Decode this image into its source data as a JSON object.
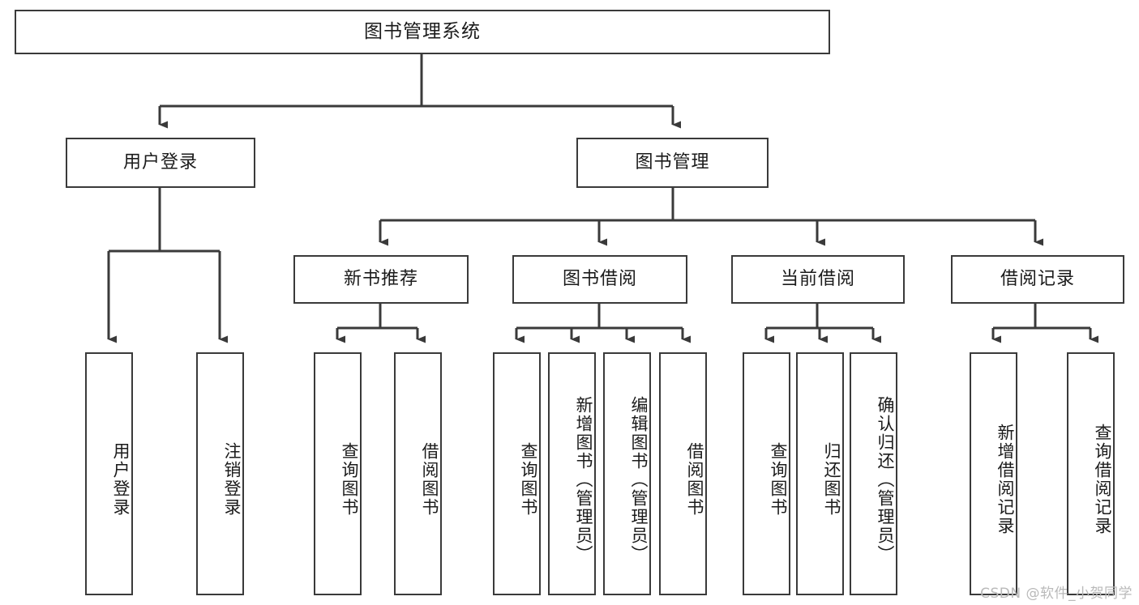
{
  "diagram": {
    "title": "图书管理系统",
    "watermark": "CSDN @软件_小贺同学",
    "colors": {
      "stroke": "#3a3a3a",
      "fill": "#ffffff",
      "text": "#1b1b1b",
      "watermark": "#b9b9b9"
    },
    "nodes": {
      "root": "图书管理系统",
      "level2": {
        "user_login": "用户登录",
        "book_manage": "图书管理"
      },
      "level3": {
        "new_book_recommend": "新书推荐",
        "book_borrow": "图书借阅",
        "current_borrow": "当前借阅",
        "borrow_record": "借阅记录"
      },
      "leaves": {
        "user_login_1": "用户登录",
        "user_login_2": "注销登录",
        "recommend_1": "查询图书",
        "recommend_2": "借阅图书",
        "borrow_1": "查询图书",
        "borrow_2": "新增图书（管理员）",
        "borrow_3": "编辑图书（管理员）",
        "borrow_4": "借阅图书",
        "current_1": "查询图书",
        "current_2": "归还图书",
        "current_3": "确认归还（管理员）",
        "record_1": "新增借阅记录",
        "record_2": "查询借阅记录"
      }
    }
  },
  "chart_data": {
    "type": "table",
    "title": "图书管理系统 功能结构图",
    "tree": [
      {
        "label": "图书管理系统",
        "level": 1,
        "children": [
          {
            "label": "用户登录",
            "level": 2,
            "children": [
              {
                "label": "用户登录",
                "level": 3,
                "children": []
              },
              {
                "label": "注销登录",
                "level": 3,
                "children": []
              }
            ]
          },
          {
            "label": "图书管理",
            "level": 2,
            "children": [
              {
                "label": "新书推荐",
                "level": 3,
                "children": [
                  {
                    "label": "查询图书",
                    "level": 4,
                    "children": []
                  },
                  {
                    "label": "借阅图书",
                    "level": 4,
                    "children": []
                  }
                ]
              },
              {
                "label": "图书借阅",
                "level": 3,
                "children": [
                  {
                    "label": "查询图书",
                    "level": 4,
                    "children": []
                  },
                  {
                    "label": "新增图书（管理员）",
                    "level": 4,
                    "children": []
                  },
                  {
                    "label": "编辑图书（管理员）",
                    "level": 4,
                    "children": []
                  },
                  {
                    "label": "借阅图书",
                    "level": 4,
                    "children": []
                  }
                ]
              },
              {
                "label": "当前借阅",
                "level": 3,
                "children": [
                  {
                    "label": "查询图书",
                    "level": 4,
                    "children": []
                  },
                  {
                    "label": "归还图书",
                    "level": 4,
                    "children": []
                  },
                  {
                    "label": "确认归还（管理员）",
                    "level": 4,
                    "children": []
                  }
                ]
              },
              {
                "label": "借阅记录",
                "level": 3,
                "children": [
                  {
                    "label": "新增借阅记录",
                    "level": 4,
                    "children": []
                  },
                  {
                    "label": "查询借阅记录",
                    "level": 4,
                    "children": []
                  }
                ]
              }
            ]
          }
        ]
      }
    ]
  }
}
